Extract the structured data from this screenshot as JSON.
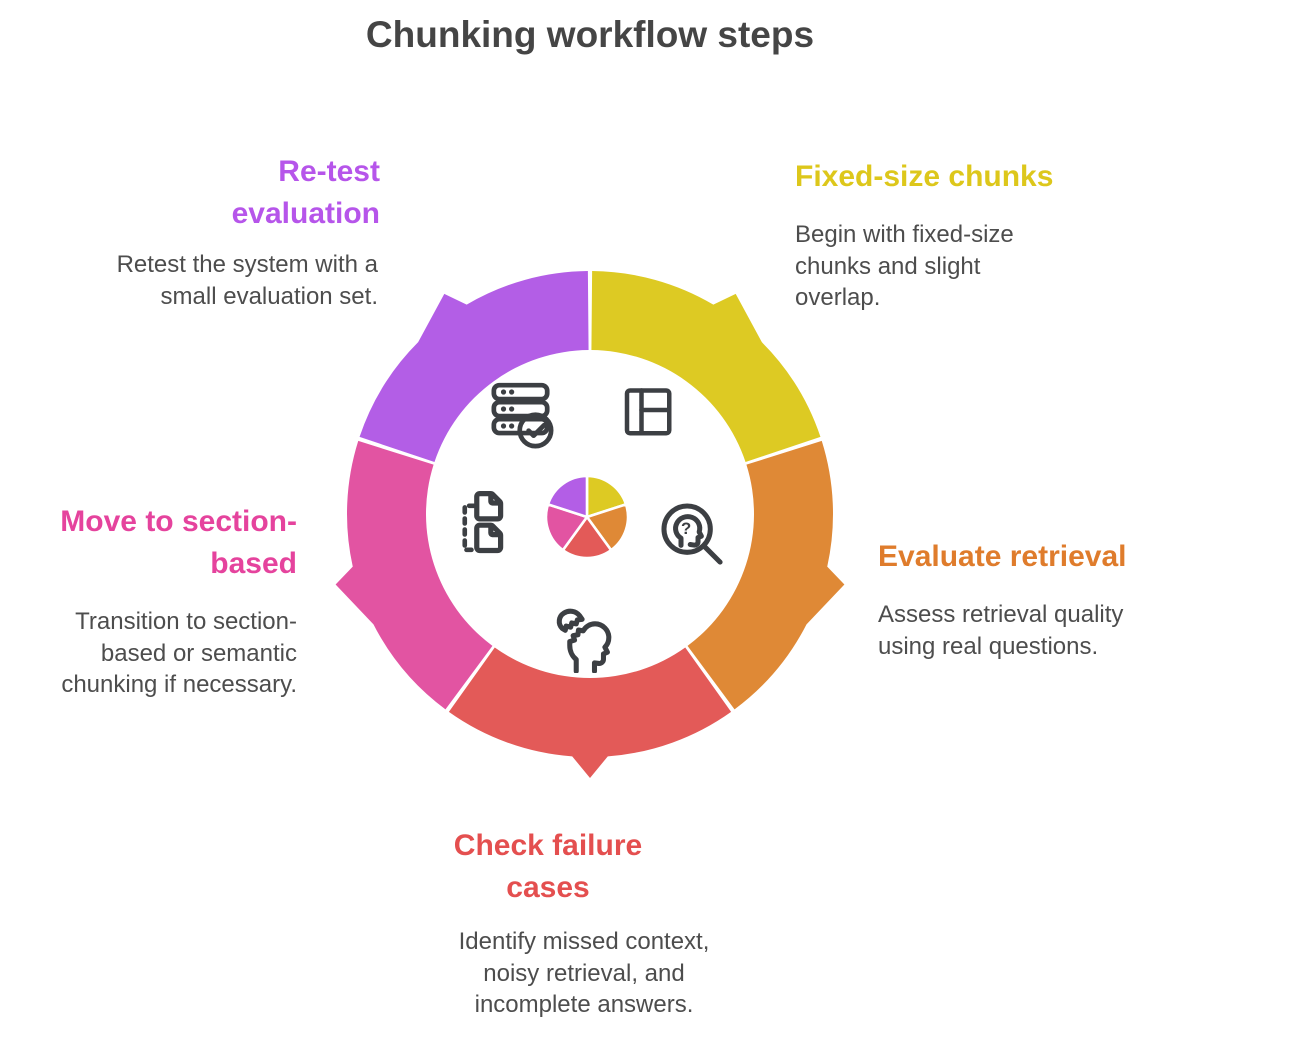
{
  "colors": {
    "background": "#ffffff",
    "title_text": "#454545",
    "body_text": "#4d4d4d",
    "icon_stroke": "#3c3f43"
  },
  "icons": {
    "center_top_left": "server-check-icon",
    "center_top_right": "layout-panels-icon",
    "center_left": "document-tree-icon",
    "center_right": "search-mind-icon",
    "center_bottom": "fragmented-head-icon",
    "center_middle": "mini-pie-icon"
  },
  "chart_data": {
    "type": "pie",
    "title": "Chunking workflow steps",
    "rotation": "clockwise-from-top",
    "legend_position": "around-ring",
    "inner_radius_ratio": 0.675,
    "segments": [
      {
        "label": "Fixed-size chunks",
        "description": "Begin with fixed-size chunks and slight overlap.",
        "value": 20,
        "color": "#ddca23",
        "label_color": "#ddc71b",
        "arrow": "clockwise",
        "position": "top-right"
      },
      {
        "label": "Evaluate retrieval",
        "description": "Assess retrieval quality using real questions.",
        "value": 20,
        "color": "#df8936",
        "label_color": "#df7c2c",
        "arrow": "clockwise",
        "position": "right"
      },
      {
        "label": "Check failure cases",
        "description": "Identify missed context, noisy retrieval, and incomplete answers.",
        "value": 20,
        "color": "#e35a58",
        "label_color": "#e44f4f",
        "arrow": "outward",
        "position": "bottom"
      },
      {
        "label": "Move to section-based",
        "description": "Transition to section-based or semantic chunking if necessary.",
        "value": 20,
        "color": "#e254a2",
        "label_color": "#e5439d",
        "arrow": "counterclockwise",
        "position": "left"
      },
      {
        "label": "Re-test evaluation",
        "description": "Retest the system with a small evaluation set.",
        "value": 20,
        "color": "#b35ee6",
        "label_color": "#b655ea",
        "arrow": "counterclockwise",
        "position": "top-left"
      }
    ]
  }
}
